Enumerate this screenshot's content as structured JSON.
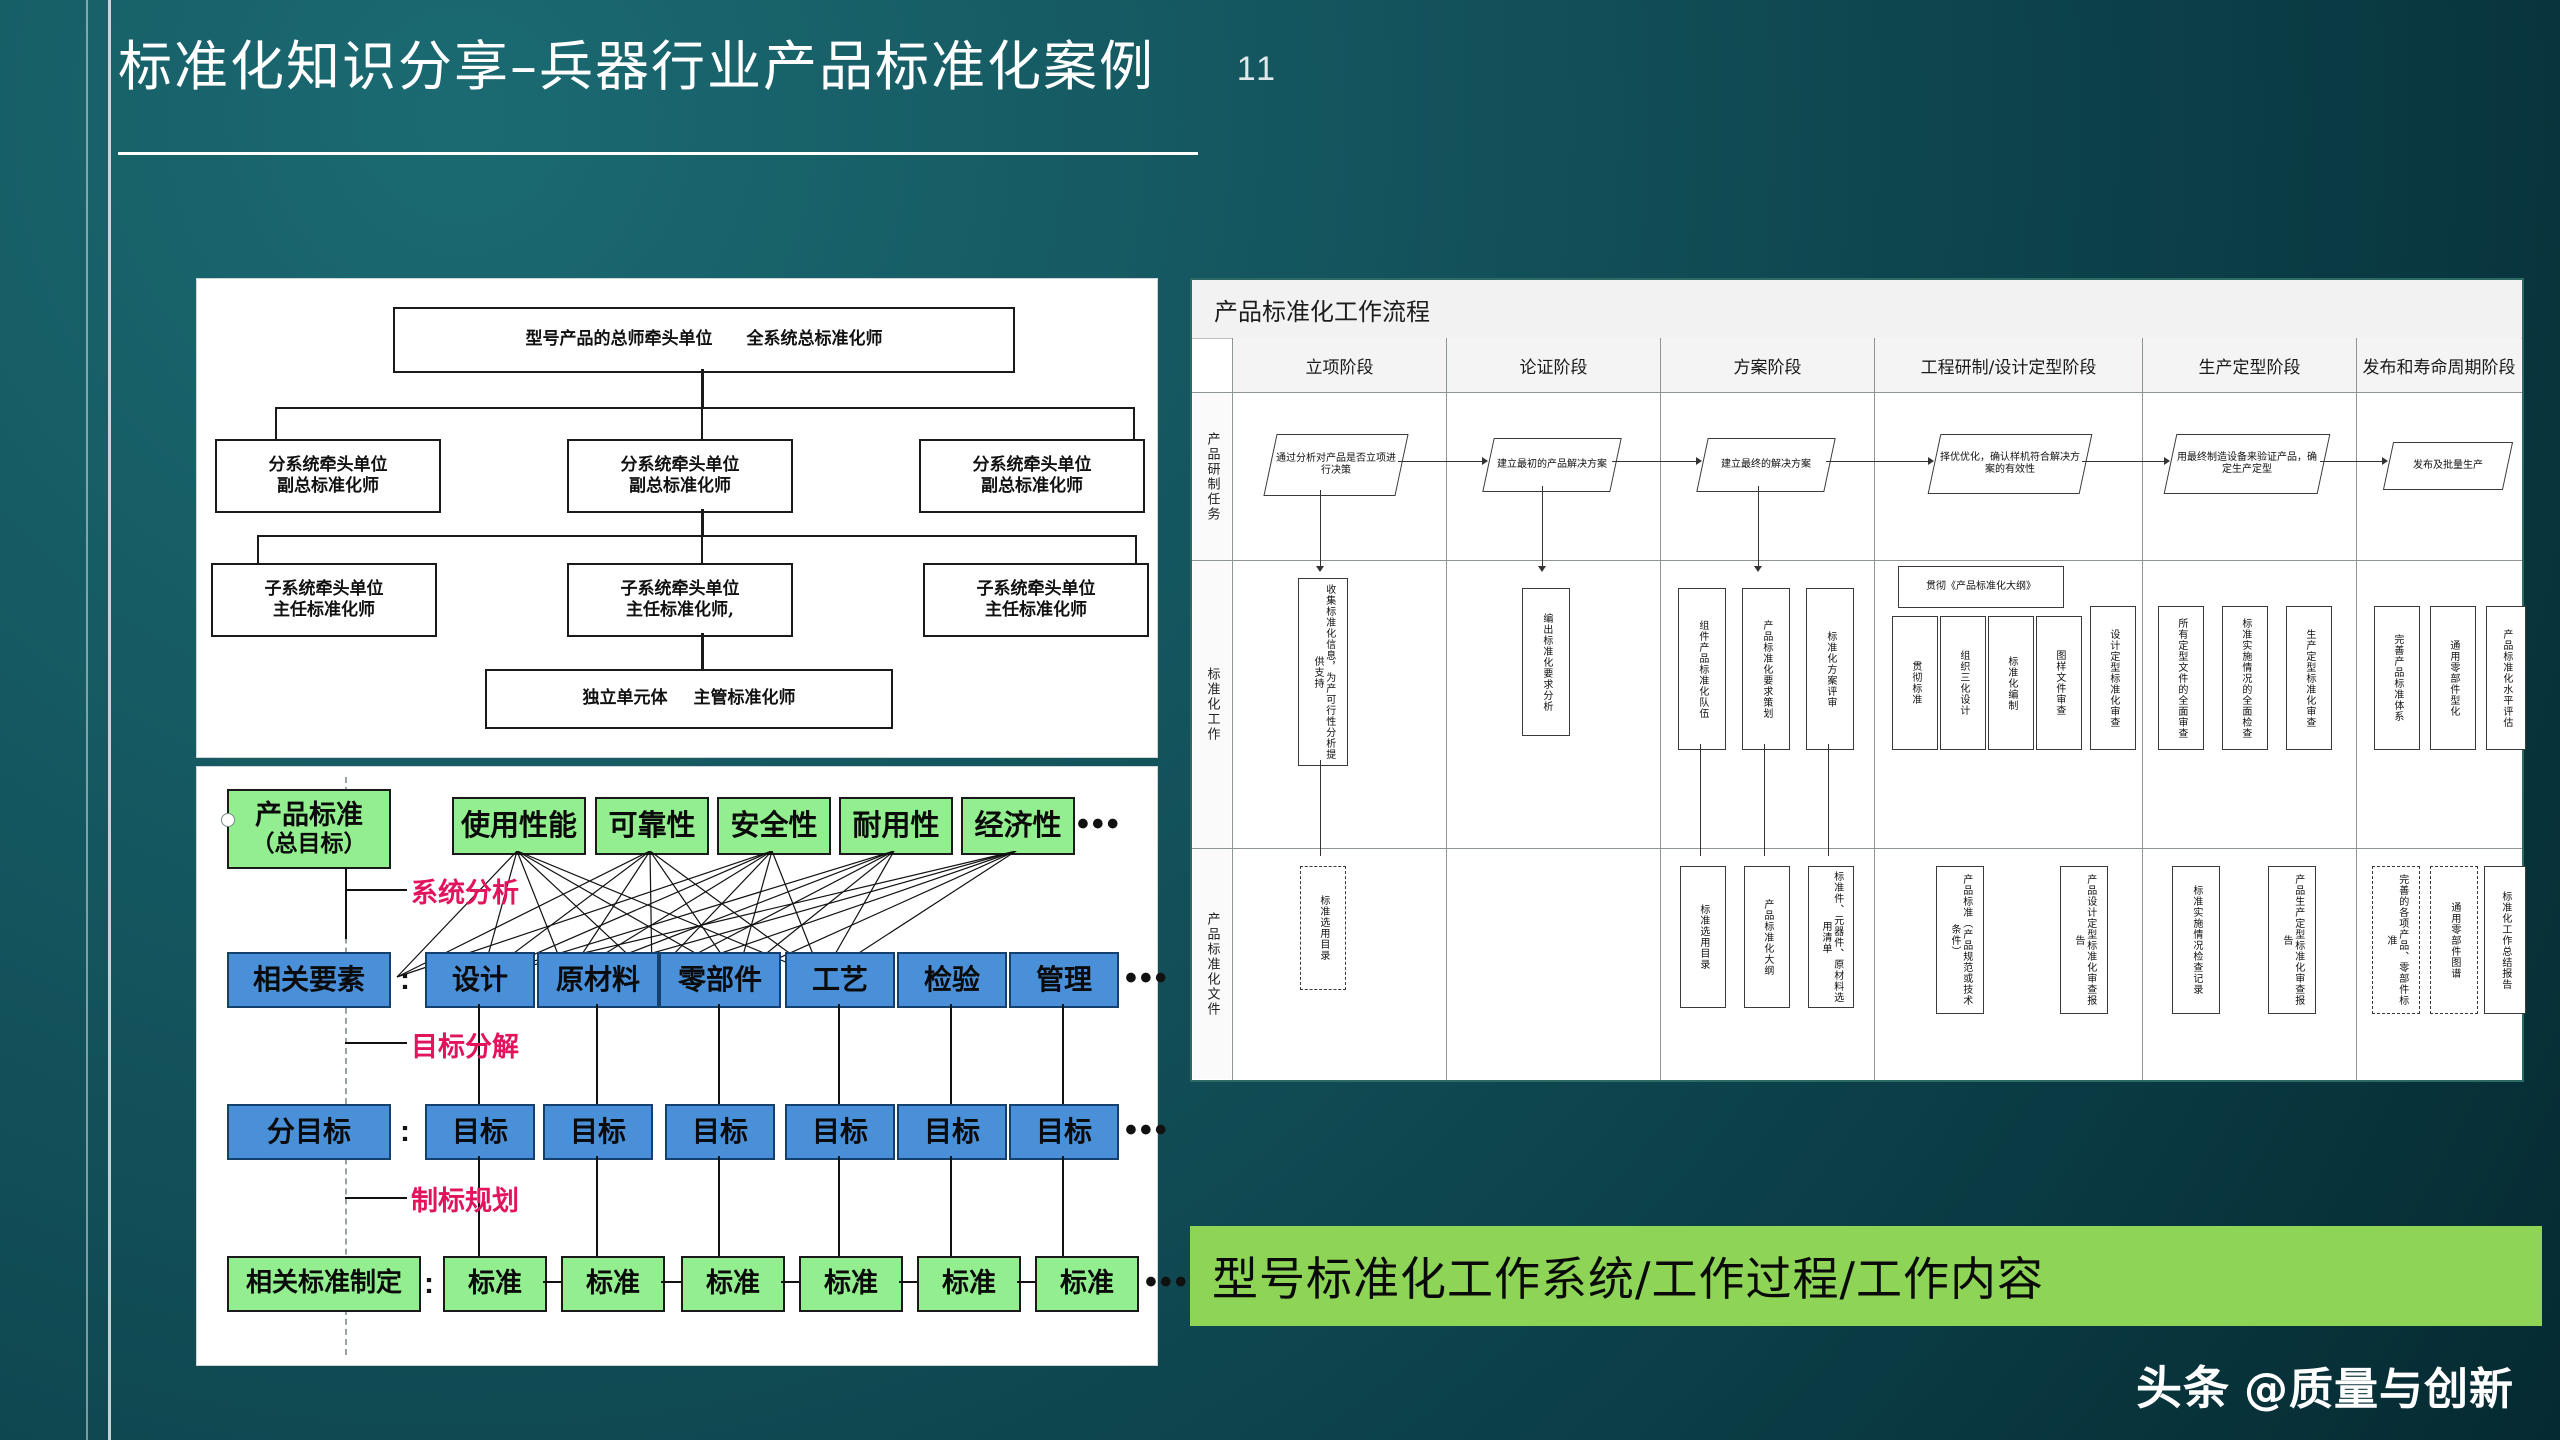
{
  "header": {
    "title": "标准化知识分享–兵器行业产品标准化案例",
    "page_number": "11"
  },
  "org_chart": {
    "top": {
      "left": "型号产品的总师牵头单位",
      "right": "全系统总标准化师"
    },
    "level2": [
      {
        "line1": "分系统牵头单位",
        "line2": "副总标准化师"
      },
      {
        "line1": "分系统牵头单位",
        "line2": "副总标准化师"
      },
      {
        "line1": "分系统牵头单位",
        "line2": "副总标准化师"
      }
    ],
    "level3": [
      {
        "line1": "子系统牵头单位",
        "line2": "主任标准化师"
      },
      {
        "line1": "子系统牵头单位",
        "line2": "主任标准化师,"
      },
      {
        "line1": "子系统牵头单位",
        "line2": "主任标准化师"
      }
    ],
    "level4": {
      "left": "独立单元体",
      "right": "主管标准化师"
    }
  },
  "goal_chart": {
    "row1_head": {
      "line1": "产品标准",
      "line2": "（总目标）"
    },
    "row1_items": [
      "使用性能",
      "可靠性",
      "安全性",
      "耐用性",
      "经济性"
    ],
    "row1_ellipsis": "•••",
    "annotation1": "系统分析",
    "row2_head": "相关要素",
    "row2_colon": ":",
    "row2_items": [
      "设计",
      "原材料",
      "零部件",
      "工艺",
      "检验",
      "管理"
    ],
    "row2_ellipsis": "•••",
    "annotation2": "目标分解",
    "row3_head": "分目标",
    "row3_colon": ":",
    "row3_items": [
      "目标",
      "目标",
      "目标",
      "目标",
      "目标",
      "目标"
    ],
    "row3_ellipsis": "•••",
    "annotation3": "制标规划",
    "row4_head": "相关标准制定",
    "row4_colon": ":",
    "row4_items": [
      "标准",
      "标准",
      "标准",
      "标准",
      "标准",
      "标准"
    ],
    "row4_ellipsis": "•••"
  },
  "flow": {
    "title": "产品标准化工作流程",
    "stages": [
      "立项阶段",
      "论证阶段",
      "方案阶段",
      "工程研制/设计定型阶段",
      "生产定型阶段",
      "发布和寿命周期阶段"
    ],
    "row_labels": [
      "产品研制任务",
      "标准化工作",
      "产品标准化文件"
    ],
    "row1": [
      "通过分析对产品是否立项进行决策",
      "建立最初的产品解决方案",
      "建立最终的解决方案",
      "择优优化，确认样机符合解决方案的有效性",
      "用最终制造设备来验证产品，确定生产定型",
      "发布及批量生产"
    ],
    "row2": {
      "c1": [
        "收集标准化信息，为产可行性分析提供支持"
      ],
      "c2": [
        "编出标准化要求分析"
      ],
      "c3": [
        "组件产品标准化队伍",
        "产品标准化要求策划",
        "标准化方案评审"
      ],
      "c4_banner": "贯彻《产品标准化大纲》",
      "c4": [
        "贯彻标准",
        "组织三化设计",
        "标准化编制",
        "图样文件审查",
        "设计定型标准化审查"
      ],
      "c5": [
        "所有定型文件的全面审查",
        "标准实施情况的全面检查",
        "生产定型标准化审查"
      ],
      "c6": [
        "完善产品标准体系",
        "通用零部件型化",
        "产品标准化水平评估"
      ]
    },
    "row3": {
      "c1": [
        "标准选用目录"
      ],
      "c3": [
        "标准选用目录",
        "产品标准化大纲",
        "标准件、元器件、原材料选用清单"
      ],
      "c4": [
        "产品标准（产品规范或技术条件）",
        "产品设计定型标准化审查报告"
      ],
      "c5": [
        "标准实施情况检查记录",
        "产品生产定型标准化审查报告"
      ],
      "c6": [
        "完善的各项产品、零部件标准",
        "通用零部件图谱",
        "标准化工作总结报告"
      ]
    }
  },
  "banner": {
    "text": "型号标准化工作系统/工作过程/工作内容"
  },
  "watermark": {
    "logo": "头条",
    "text": "@质量与创新"
  },
  "colors": {
    "background_teal": "#14555e",
    "green_box": "#92ee8e",
    "blue_box": "#4a90d9",
    "banner_green": "#8ed456",
    "annotation_red": "#e2145c",
    "header_white": "#ffffff"
  }
}
